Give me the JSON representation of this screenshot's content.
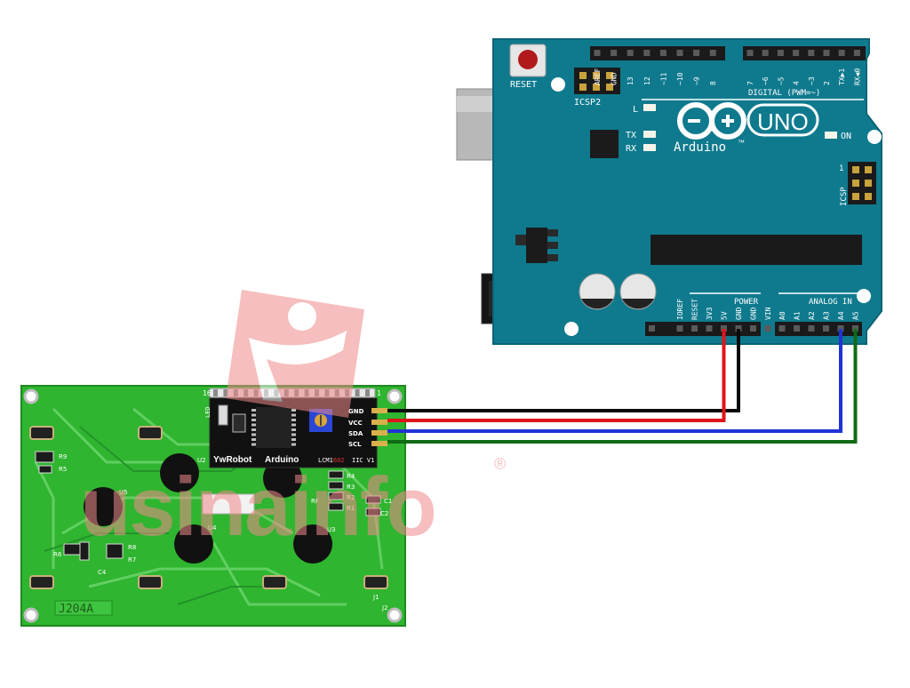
{
  "arduino": {
    "reset_label": "RESET",
    "icsp2_label": "ICSP2",
    "icsp_label": "ICSP",
    "icsp_pin1": "1",
    "led_l": "L",
    "led_tx": "TX",
    "led_rx": "RX",
    "led_on": "ON",
    "brand": "Arduino",
    "trademark": "™",
    "model": "UNO",
    "digital_label": "DIGITAL (PWM=~)",
    "digital_pins": [
      "AREF",
      "GND",
      "13",
      "12",
      "~11",
      "~10",
      "~9",
      "8",
      "7",
      "~6",
      "~5",
      "4",
      "~3",
      "2",
      "TX▶1",
      "RX◀0"
    ],
    "power_label": "POWER",
    "power_pins": [
      "IOREF",
      "RESET",
      "3V3",
      "5V",
      "GND",
      "GND",
      "VIN"
    ],
    "analog_label": "ANALOG IN",
    "analog_pins": [
      "A0",
      "A1",
      "A2",
      "A3",
      "A4",
      "A5"
    ]
  },
  "lcd": {
    "board_label": "J204A",
    "pin_label_1": "1",
    "pin_label_16": "16",
    "components": [
      "R9",
      "R5",
      "R8",
      "R7",
      "C4",
      "R6",
      "R4",
      "R3",
      "R2",
      "R1",
      "RF",
      "C1",
      "C2",
      "J1",
      "J2",
      "U2",
      "U3",
      "U4",
      "U5"
    ],
    "backpack": {
      "brand": "YwRobot",
      "product": "Arduino",
      "model_a": "LCM1",
      "model_b": "602",
      "model_c": "IIC V1",
      "led_label": "LED",
      "pins": [
        "GND",
        "VCC",
        "SDA",
        "SCL"
      ]
    }
  },
  "wires": [
    {
      "from": "GND",
      "to": "GND",
      "color": "#0a0a0a"
    },
    {
      "from": "VCC",
      "to": "5V",
      "color": "#e0141c"
    },
    {
      "from": "SDA",
      "to": "A4",
      "color": "#1f33d6"
    },
    {
      "from": "SCL",
      "to": "A5",
      "color": "#0f6b14"
    }
  ],
  "watermark": {
    "text": "usinainfo",
    "registered": "®"
  },
  "colors": {
    "arduino_board": "#0f7a8e",
    "arduino_edge": "#0b6475",
    "lcd_board": "#2fb52f",
    "backpack": "#111111",
    "watermark": "#f08a8a"
  }
}
